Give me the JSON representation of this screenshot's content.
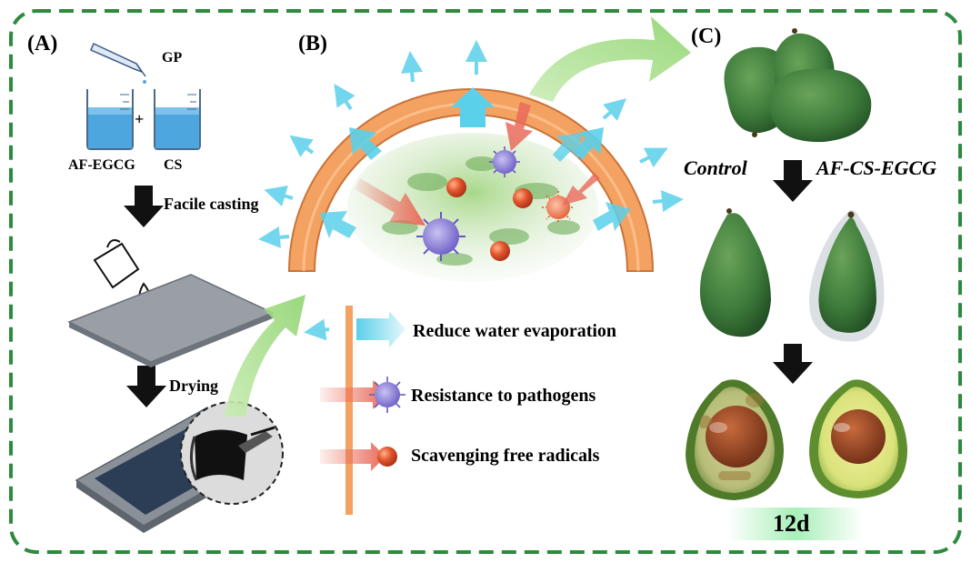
{
  "panels": {
    "a": "(A)",
    "b": "(B)",
    "c": "(C)"
  },
  "panel_a": {
    "reagent": "GP",
    "beaker_left": "AF-EGCG",
    "beaker_right": "CS",
    "plus": "+",
    "step1": "Facile casting",
    "step2": "Drying"
  },
  "panel_b": {
    "legend": [
      "Reduce water evaporation",
      "Resistance to pathogens",
      "Scavenging free radicals"
    ]
  },
  "panel_c": {
    "control": "Control",
    "treated": "AF-CS-EGCG",
    "duration": "12d"
  },
  "colors": {
    "border": "#2e8b3e",
    "coating": "#f4a261",
    "water_arrow": "#5ad0ea",
    "growth_arrow": "#a8dc8a",
    "radical": "#e2542a",
    "pathogen": "#7b6fd0",
    "pathogen_arrow": "#e96a5a",
    "day_bar": "#b8f0c0"
  }
}
